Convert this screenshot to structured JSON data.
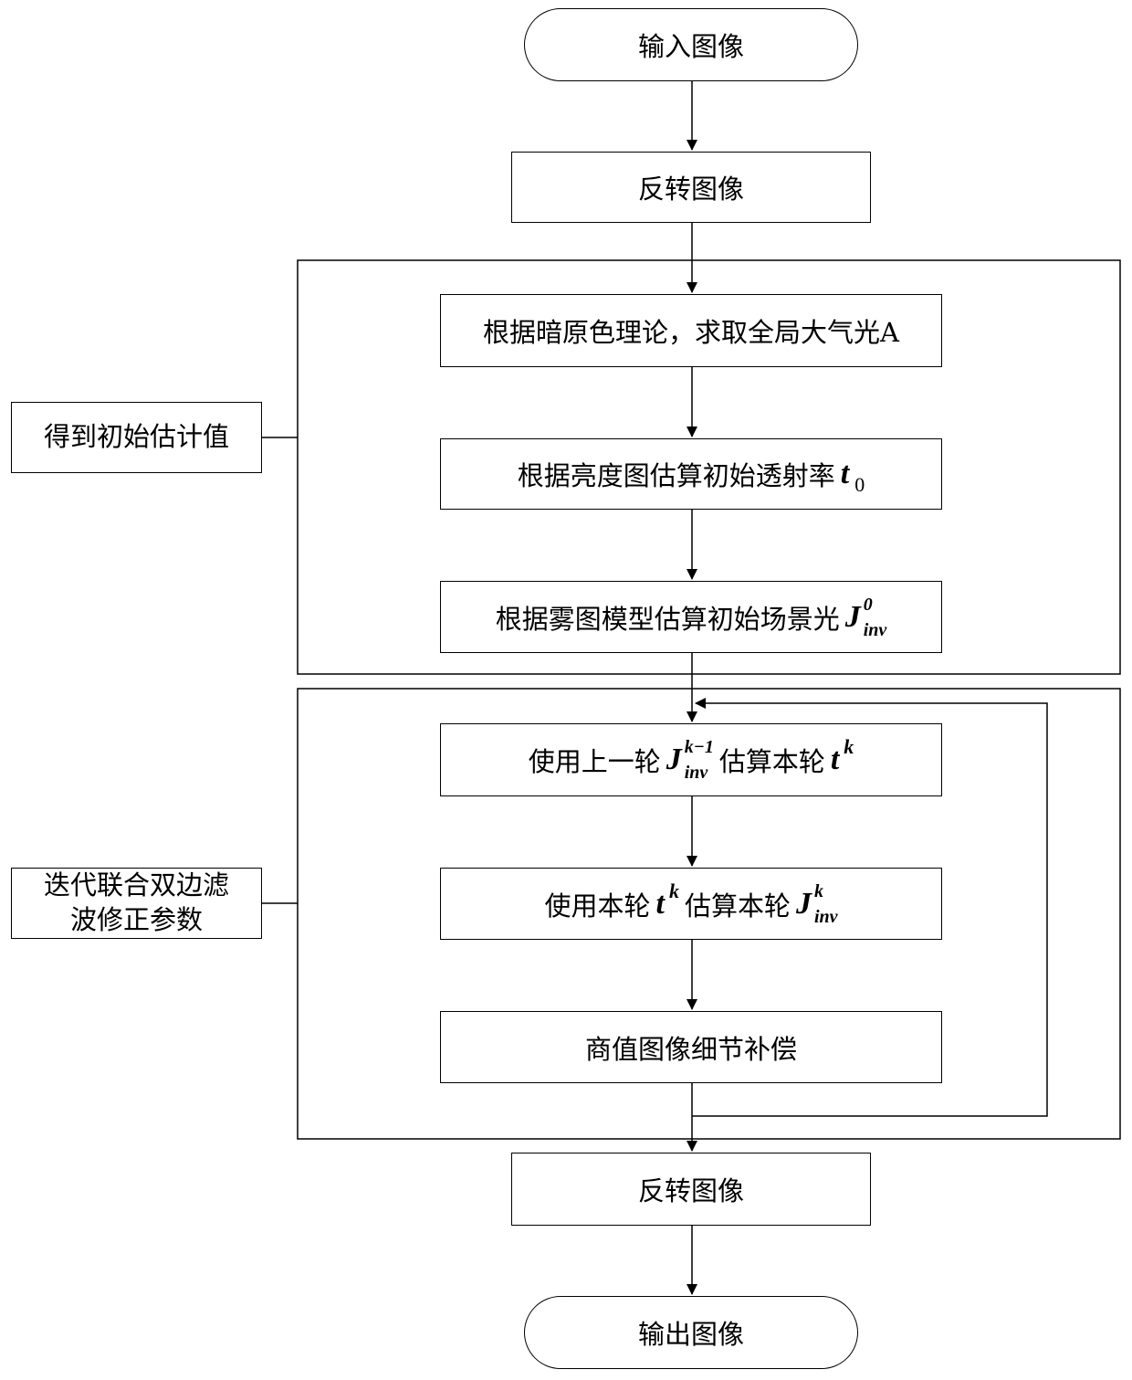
{
  "nodes": {
    "input": "输入图像",
    "invert1": "反转图像",
    "atmos": "根据暗原色理论，求取全局大气光A",
    "trans_prefix": "根据亮度图估算初始透射率",
    "trans_var": "t",
    "trans_sub": "0",
    "scene_prefix": "根据雾图模型估算初始场景光",
    "scene_var": "J",
    "scene_sup": "0",
    "scene_sub": "inv",
    "iter1_prefix": "使用上一轮",
    "iter1_var": "J",
    "iter1_sup": "k−1",
    "iter1_sub": "inv",
    "iter1_mid": "估算本轮",
    "iter1_var2": "t",
    "iter1_sup2": "k",
    "iter2_prefix": "使用本轮",
    "iter2_var": "t",
    "iter2_sup": "k",
    "iter2_mid": "估算本轮",
    "iter2_var2": "J",
    "iter2_sup2": "k",
    "iter2_sub2": "inv",
    "detail": "商值图像细节补偿",
    "invert2": "反转图像",
    "output": "输出图像"
  },
  "groups": {
    "initial": "得到初始估计值",
    "iterative_line1": "迭代联合双边滤",
    "iterative_line2": "波修正参数"
  }
}
